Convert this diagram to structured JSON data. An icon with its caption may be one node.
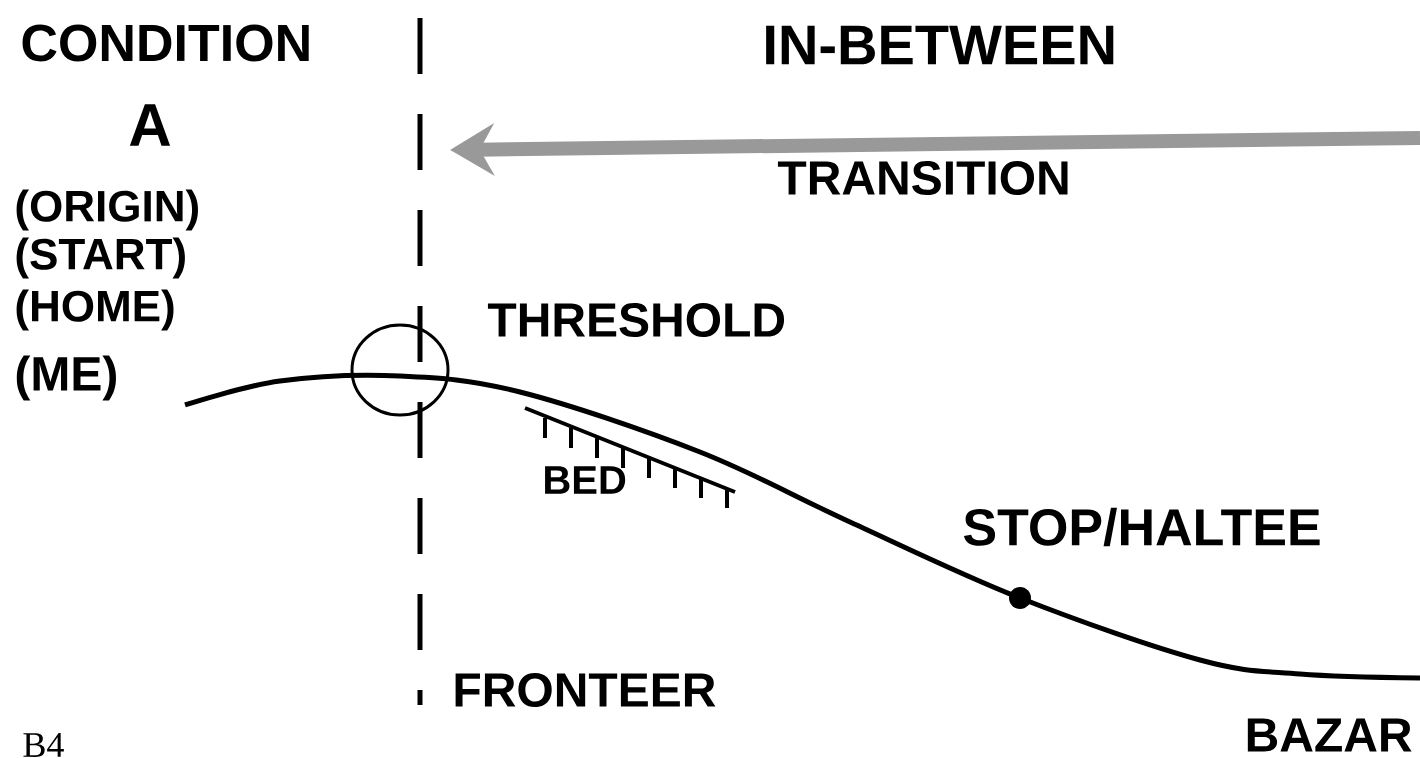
{
  "diagram": {
    "labels": [
      "CONDITION",
      "A",
      "(ORIGIN)",
      "(START)",
      "(HOME)",
      "(ME)",
      "IN-BETWEEN",
      "TRANSITION",
      "THRESHOLD",
      "BED",
      "STOP/HALTEE",
      "FRONTEER",
      "BAZAR",
      "B4"
    ]
  }
}
